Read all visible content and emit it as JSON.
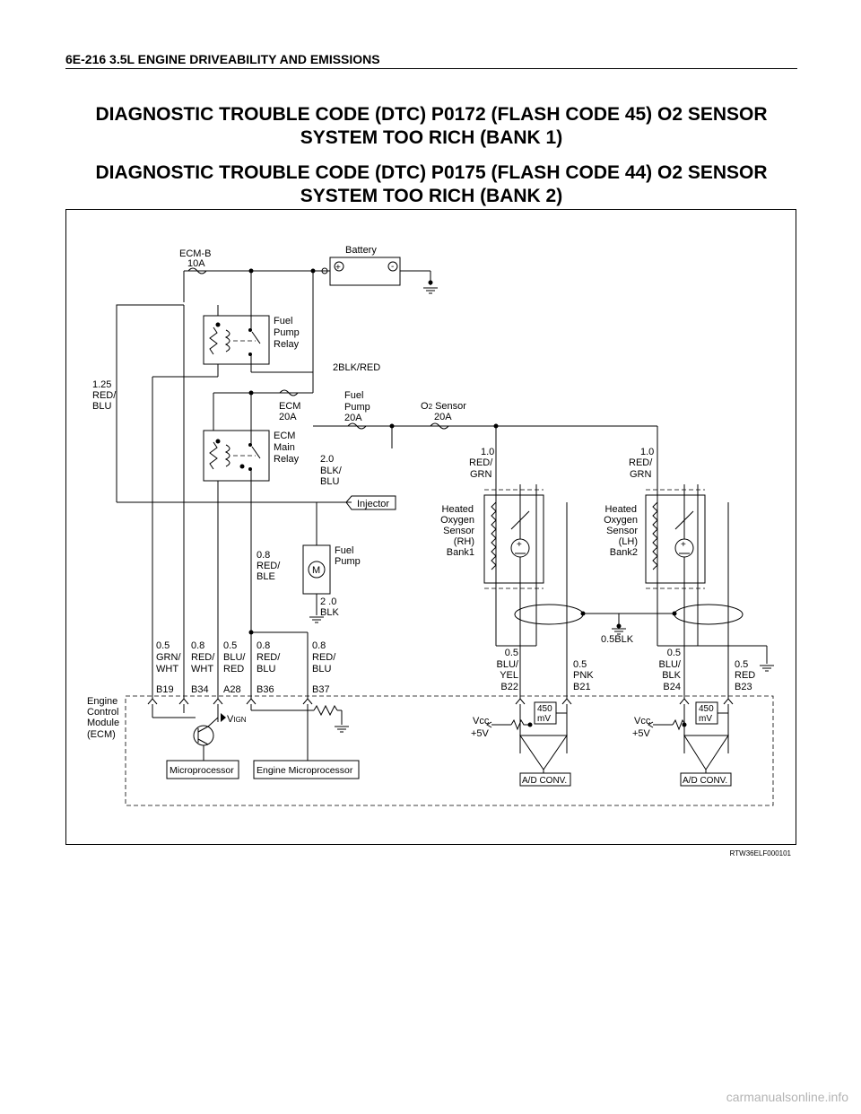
{
  "header": {
    "page_title": "6E-216 3.5L ENGINE DRIVEABILITY AND EMISSIONS"
  },
  "titles": {
    "dtc1_line1": "DIAGNOSTIC TROUBLE CODE (DTC) P0172 (FLASH CODE 45) O2 SENSOR",
    "dtc1_line2": "SYSTEM TOO RICH (BANK 1)",
    "dtc2_line1": "DIAGNOSTIC TROUBLE CODE (DTC) P0175 (FLASH CODE 44) O2 SENSOR",
    "dtc2_line2": "SYSTEM TOO RICH (BANK 2)"
  },
  "diagram": {
    "battery": "Battery",
    "ecm_b_fuse": [
      "ECM-B",
      "10A"
    ],
    "fuel_pump_relay": [
      "Fuel",
      "Pump",
      "Relay"
    ],
    "main_wire": "2BLK/RED",
    "wire_125": [
      "1.25",
      "RED/",
      "BLU"
    ],
    "ecm_fuse": [
      "ECM",
      "20A"
    ],
    "fuel_pump_fuse": [
      "Fuel",
      "Pump",
      "20A"
    ],
    "o2_fuse": [
      "O",
      "2",
      " Sensor",
      "20A"
    ],
    "ecm_main_relay": [
      "ECM",
      "Main",
      "Relay"
    ],
    "wire_20": [
      "2.0",
      "BLK/",
      "BLU"
    ],
    "injector": "Injector",
    "wire_08_ble": [
      "0.8",
      "RED/",
      "BLE"
    ],
    "fuel_pump": [
      "Fuel",
      "Pump"
    ],
    "motor": "M",
    "wire_2_0_blk": [
      "2 .0",
      "BLK"
    ],
    "sensor_rh": [
      "Heated",
      "Oxygen",
      "Sensor",
      "(RH)",
      "Bank1"
    ],
    "sensor_lh": [
      "Heated",
      "Oxygen",
      "Sensor",
      "(LH)",
      "Bank2"
    ],
    "wire_10_rh": [
      "1.0",
      "RED/",
      "GRN"
    ],
    "wire_10_lh": [
      "1.0",
      "RED/",
      "GRN"
    ],
    "shield": "0.5BLK",
    "ecm_wires": [
      {
        "lines": [
          "0.5",
          "GRN/",
          "WHT"
        ],
        "pin": "B19"
      },
      {
        "lines": [
          "0.8",
          "RED/",
          "WHT"
        ],
        "pin": "B34"
      },
      {
        "lines": [
          "0.5",
          "BLU/",
          "RED"
        ],
        "pin": "A28"
      },
      {
        "lines": [
          "0.8",
          "RED/",
          "BLU"
        ],
        "pin": "B36"
      },
      {
        "lines": [
          "0.8",
          "RED/",
          "BLU"
        ],
        "pin": "B37"
      }
    ],
    "sensor_wires": [
      {
        "lines": [
          "0.5",
          "BLU/",
          "YEL",
          "B22"
        ]
      },
      {
        "lines": [
          "0.5",
          "PNK",
          "B21"
        ]
      },
      {
        "lines": [
          "0.5",
          "BLU/",
          "BLK",
          "B24"
        ]
      },
      {
        "lines": [
          "0.5",
          "RED",
          "B23"
        ]
      }
    ],
    "ecm_label": [
      "Engine",
      "Control",
      "Module",
      "(ECM)"
    ],
    "vign": [
      "V",
      "IGN"
    ],
    "microprocessor": "Microprocessor",
    "engine_microprocessor": "Engine Microprocessor",
    "ref_450": [
      "450",
      "mV"
    ],
    "vcc": [
      "Vcc",
      "+5V"
    ],
    "ad_conv": "A/D CONV."
  },
  "ref_code": "RTW36ELF000101",
  "watermark": "carmanualsonline.info"
}
